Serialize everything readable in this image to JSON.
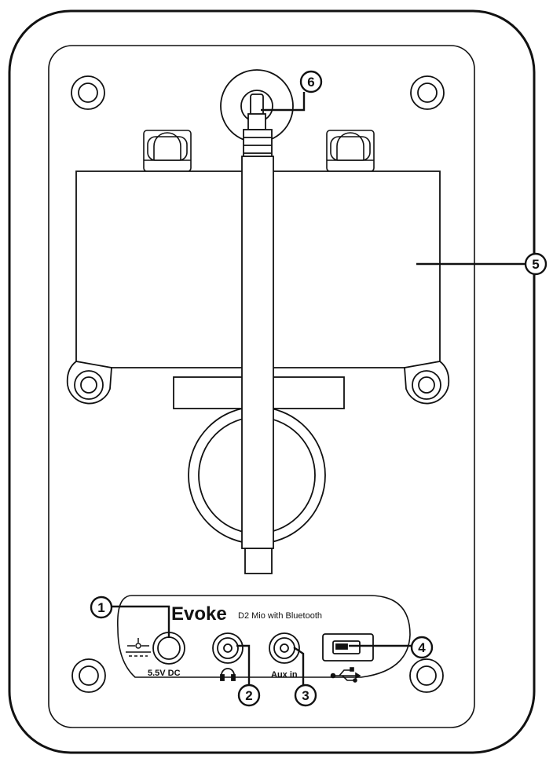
{
  "brand": {
    "name": "Evoke",
    "model": "D2 Mio with Bluetooth"
  },
  "ports": {
    "dc_label": "5.5V DC",
    "aux_label": "Aux in"
  },
  "callouts": [
    {
      "number": "1",
      "target": "dc-power-socket"
    },
    {
      "number": "2",
      "target": "headphone-socket"
    },
    {
      "number": "3",
      "target": "aux-in-socket"
    },
    {
      "number": "4",
      "target": "usb-port"
    },
    {
      "number": "5",
      "target": "battery-compartment"
    },
    {
      "number": "6",
      "target": "aerial-mount"
    }
  ],
  "icons": {
    "dc": "dc-power-icon",
    "headphones": "headphones-icon",
    "usb": "usb-icon"
  },
  "colors": {
    "line": "#111111",
    "fill": "#ffffff"
  }
}
